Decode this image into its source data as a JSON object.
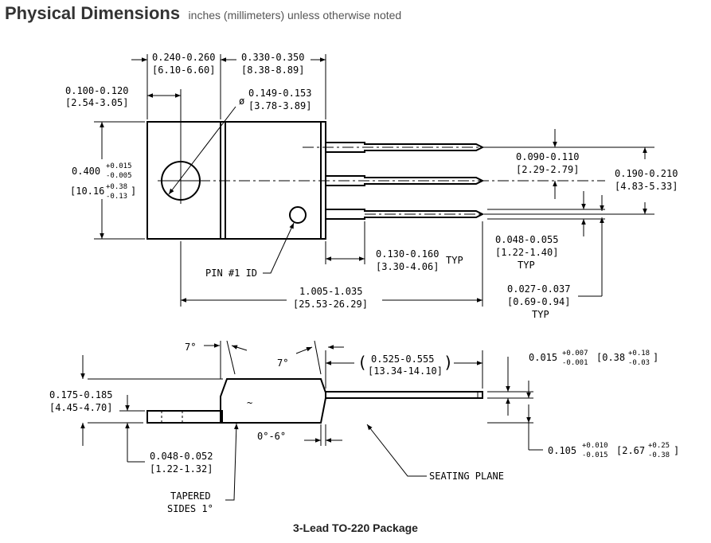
{
  "header": {
    "title": "Physical Dimensions",
    "subtitle": "inches (millimeters) unless otherwise noted"
  },
  "top_view": {
    "tab_width": "0.240-0.260",
    "tab_width_mm": "[6.10-6.60]",
    "body_width": "0.330-0.350",
    "body_width_mm": "[8.38-8.89]",
    "hole_offset": "0.100-0.120",
    "hole_offset_mm": "[2.54-3.05]",
    "hole_dia_symbol": "ø",
    "hole_dia": "0.149-0.153",
    "hole_dia_mm": "[3.78-3.89]",
    "height_main": "0.400",
    "height_tol_plus": "+0.015",
    "height_tol_minus": "-0.005",
    "height_mm_main": "[10.16",
    "height_mm_tol_plus": "+0.38",
    "height_mm_tol_minus": "-0.13",
    "height_mm_close": "]",
    "pitch": "0.090-0.110",
    "pitch_mm": "[2.29-2.79]",
    "lead_span": "0.190-0.210",
    "lead_span_mm": "[4.83-5.33]",
    "shoulder_width": "0.048-0.055",
    "shoulder_width_mm": "[1.22-1.40]",
    "shoulder_typ": "TYP",
    "shoulder_len": "0.130-0.160",
    "shoulder_len_mm": "[3.30-4.06]",
    "shoulder_len_typ": "TYP",
    "pin1_label": "PIN #1 ID",
    "overall_len": "1.005-1.035",
    "overall_len_mm": "[25.53-26.29]",
    "lead_width": "0.027-0.037",
    "lead_width_mm": "[0.69-0.94]",
    "lead_width_typ": "TYP"
  },
  "side_view": {
    "angle_left": "7°",
    "angle_right": "7°",
    "lead_len_open": "(",
    "lead_len": "0.525-0.555",
    "lead_len_mm": "[13.34-14.10]",
    "lead_len_close": ")",
    "lead_thk_main": "0.015",
    "lead_thk_plus": "+0.007",
    "lead_thk_minus": "-0.001",
    "lead_thk_mm_main": "[0.38",
    "lead_thk_mm_plus": "+0.18",
    "lead_thk_mm_minus": "-0.03",
    "lead_thk_mm_close": "]",
    "body_height": "0.175-0.185",
    "body_height_mm": "[4.45-4.70]",
    "tab_thk": "0.048-0.052",
    "tab_thk_mm": "[1.22-1.32]",
    "lead_angle": "0°-6°",
    "standoff_main": "0.105",
    "standoff_plus": "+0.010",
    "standoff_minus": "-0.015",
    "standoff_mm_main": "[2.67",
    "standoff_mm_plus": "+0.25",
    "standoff_mm_minus": "-0.38",
    "standoff_mm_close": "]",
    "seating_plane": "SEATING PLANE",
    "tapered_line1": "TAPERED",
    "tapered_line2": "SIDES 1°"
  },
  "caption": "3-Lead TO-220 Package"
}
